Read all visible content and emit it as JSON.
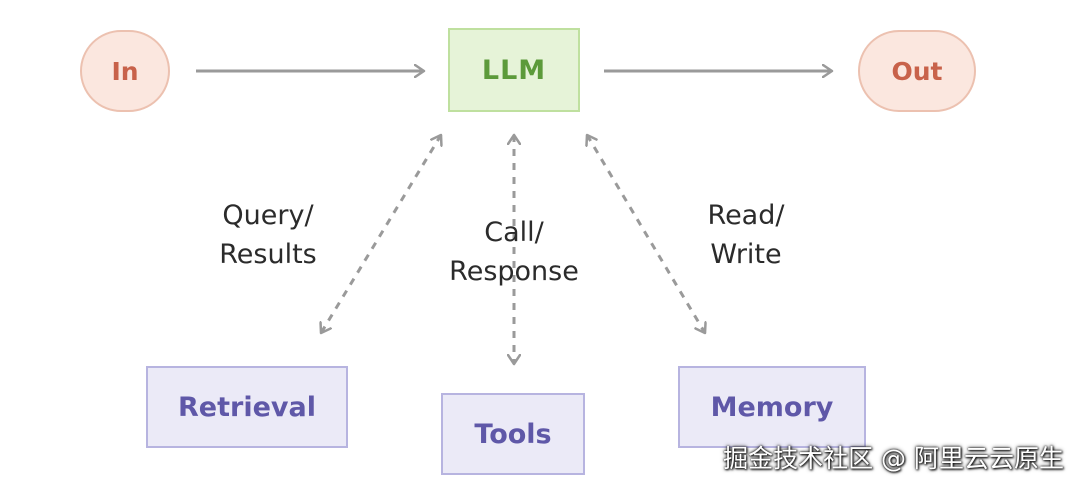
{
  "nodes": {
    "input": "In",
    "llm": "LLM",
    "output": "Out",
    "retrieval": "Retrieval",
    "tools": "Tools",
    "memory": "Memory"
  },
  "edge_labels": {
    "retrieval": "Query/\nResults",
    "tools": "Call/\nResponse",
    "memory": "Read/\nWrite"
  },
  "watermark": "掘金技术社区 @ 阿里云云原生",
  "colors": {
    "io_fill": "#fbe7df",
    "io_text": "#c8624a",
    "llm_fill": "#e6f3d8",
    "llm_text": "#5c9a3a",
    "tool_fill": "#ebeaf7",
    "tool_text": "#5f58a8",
    "arrow": "#9a9a9a"
  }
}
